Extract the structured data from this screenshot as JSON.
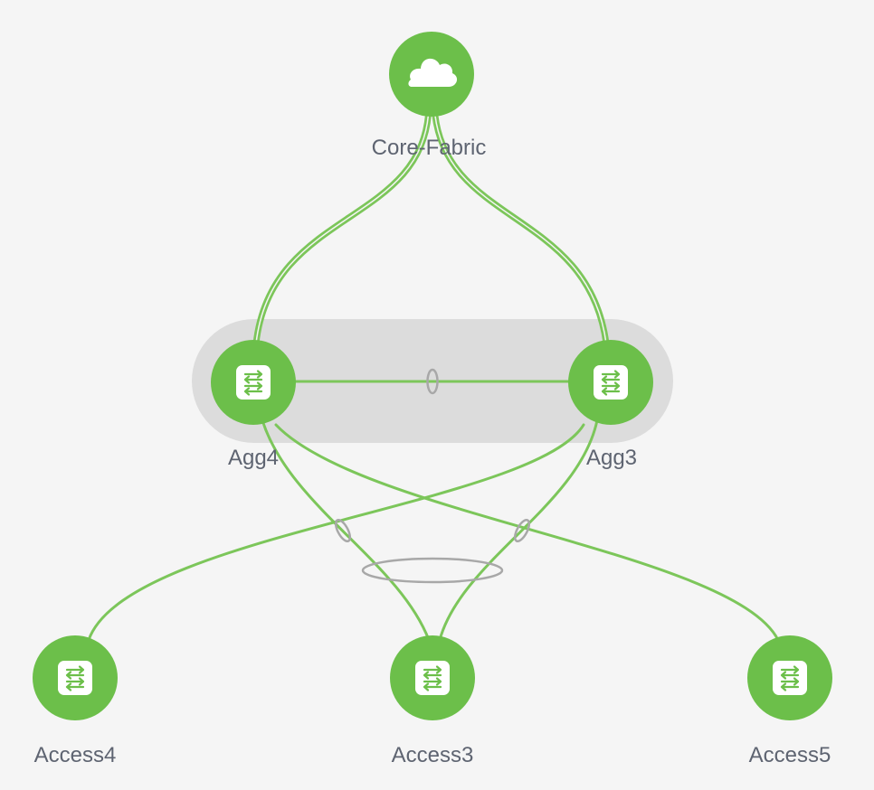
{
  "topology": {
    "colors": {
      "background": "#f5f5f5",
      "node": "#6cbf4a",
      "link": "#7cc65a",
      "group": "#dcdcdc",
      "bundle_marker": "#a8a8a8",
      "label": "#5e6471"
    },
    "nodes": [
      {
        "id": "core-fabric",
        "label": "Core-Fabric",
        "icon": "cloud-icon"
      },
      {
        "id": "agg4",
        "label": "Agg4",
        "icon": "switch-icon"
      },
      {
        "id": "agg3",
        "label": "Agg3",
        "icon": "switch-icon"
      },
      {
        "id": "access4",
        "label": "Access4",
        "icon": "switch-icon"
      },
      {
        "id": "access3",
        "label": "Access3",
        "icon": "switch-icon"
      },
      {
        "id": "access5",
        "label": "Access5",
        "icon": "switch-icon"
      }
    ],
    "links": [
      {
        "from": "core-fabric",
        "to": "agg4",
        "bundled": true
      },
      {
        "from": "core-fabric",
        "to": "agg3",
        "bundled": true
      },
      {
        "from": "agg4",
        "to": "agg3",
        "bundled": true
      },
      {
        "from": "agg4",
        "to": "access3",
        "bundled": true
      },
      {
        "from": "agg3",
        "to": "access3",
        "bundled": true
      },
      {
        "from": "agg3",
        "to": "access4",
        "bundled": false
      },
      {
        "from": "agg4",
        "to": "access5",
        "bundled": false
      }
    ],
    "groups": [
      {
        "name": "agg-pair",
        "members": [
          "agg4",
          "agg3"
        ]
      }
    ]
  }
}
